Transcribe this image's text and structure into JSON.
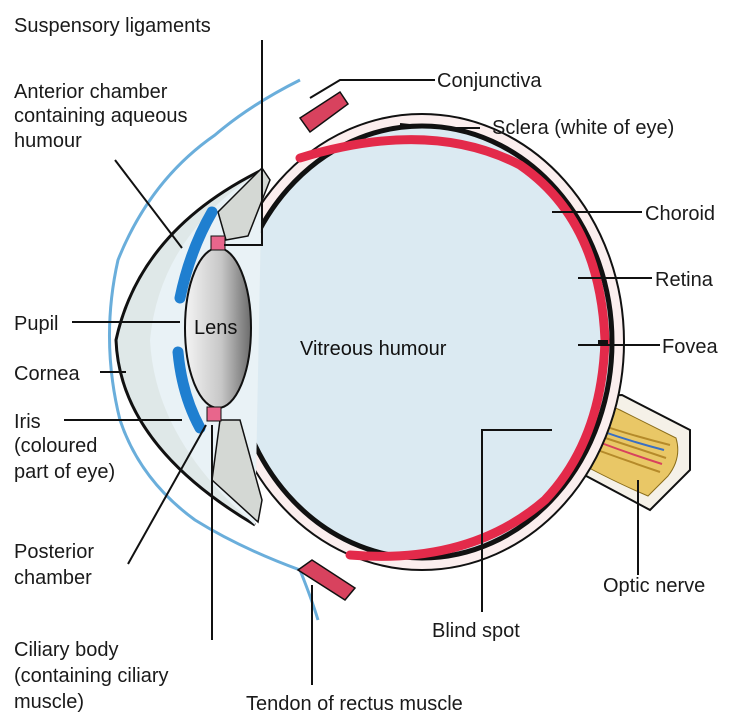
{
  "labels": {
    "suspensory_ligaments": "Suspensory ligaments",
    "anterior_chamber": [
      "Anterior chamber",
      "containing aqueous",
      "humour"
    ],
    "conjunctiva": "Conjunctiva",
    "sclera": "Sclera (white of eye)",
    "choroid": "Choroid",
    "retina": "Retina",
    "fovea": "Fovea",
    "pupil": "Pupil",
    "cornea": "Cornea",
    "iris": [
      "Iris",
      "(coloured",
      "part of eye)"
    ],
    "posterior_chamber": [
      "Posterior",
      "chamber"
    ],
    "ciliary_body": [
      "Ciliary body",
      "(containing ciliary",
      "muscle)"
    ],
    "optic_nerve": "Optic nerve",
    "blind_spot": "Blind spot",
    "tendon": "Tendon of rectus muscle",
    "lens": "Lens",
    "vitreous_humour": "Vitreous humour"
  },
  "colors": {
    "vitreous": "#dbeaf2",
    "sclera_band": "#fbeeee",
    "choroid": "#111111",
    "retina": "#e32a4a",
    "cornea_outline": "#6aaedb",
    "iris": "#1f7fd0",
    "ciliary": "#d8ddd8",
    "optic_nerve": "#e9c766",
    "tendon": "#d8425e"
  }
}
